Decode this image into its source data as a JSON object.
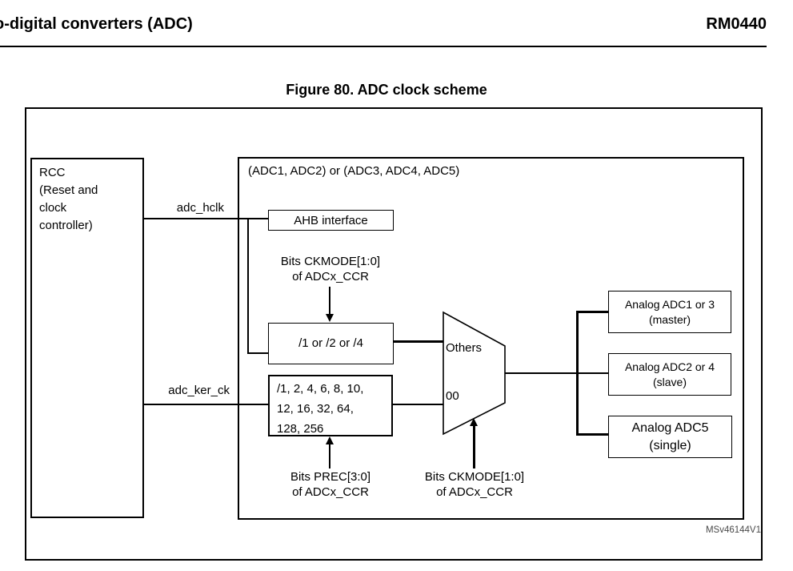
{
  "page": {
    "header_left": "o-digital converters (ADC)",
    "header_right": "RM0440",
    "figure_title": "Figure 80. ADC clock scheme",
    "figure_id": "MSv46144V1",
    "colors": {
      "ink": "#000000",
      "background": "#ffffff",
      "figure_id_text": "#4a4a4a"
    }
  },
  "diagram": {
    "rcc": {
      "line1": "RCC",
      "line2": "(Reset and",
      "line3": "clock",
      "line4": "controller)"
    },
    "adc_group_label": "(ADC1, ADC2) or (ADC3, ADC4, ADC5)",
    "ahb_label": "AHB interface",
    "signal_hclk": "adc_hclk",
    "signal_ker_ck": "adc_ker_ck",
    "sync_presc_label": "/1 or /2 or /4",
    "async_presc": {
      "line1": "/1, 2, 4, 6, 8, 10,",
      "line2": "12, 16, 32, 64,",
      "line3": "128, 256"
    },
    "mux": {
      "input_top": "Others",
      "input_bottom": "00"
    },
    "ann_ckmode_sync": {
      "line1": "Bits CKMODE[1:0]",
      "line2": "of ADCx_CCR"
    },
    "ann_prec": {
      "line1": "Bits PREC[3:0]",
      "line2": "of ADCx_CCR"
    },
    "ann_ckmode_mux": {
      "line1": "Bits CKMODE[1:0]",
      "line2": "of ADCx_CCR"
    },
    "adc_master": {
      "line1": "Analog ADC1 or 3",
      "line2": "(master)"
    },
    "adc_slave": {
      "line1": "Analog ADC2 or 4",
      "line2": "(slave)"
    },
    "adc_single": {
      "line1": "Analog ADC5",
      "line2": "(single)"
    }
  }
}
